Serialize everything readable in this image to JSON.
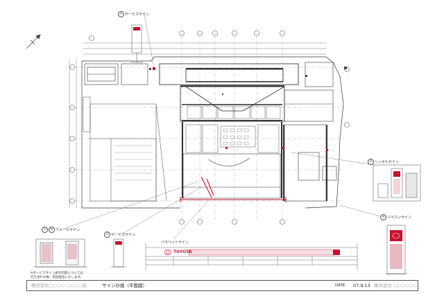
{
  "sign_labels": {
    "service_sign_top": "サービスサイン",
    "symbol_sign": "シンボルサイン",
    "pylon_sign": "パイロンサイン",
    "wall_sign": "ウォールサイン",
    "service_sign_bottom": "サービスサイン",
    "parapet_sign": "パラペットサイン"
  },
  "callout_numbers": {
    "service_top": "⑤",
    "symbol": "③",
    "pylon": "④",
    "wall_a": "⑦",
    "wall_b": "⑧",
    "service_bottom": "⑤"
  },
  "brand": {
    "logo_text": "TOYOTA",
    "accent_color": "#c8102e"
  },
  "note": {
    "line1": "※サービスサイン表示内容については",
    "line2": "打ち合わせ後、別途提出いたします。"
  },
  "title_block": {
    "client_blurred": "株式会社○○○○ ○○○○店",
    "drawing_title": "サイン計画（平面図）",
    "date_label": "DATE",
    "date_value": "07.9.13",
    "company_blurred": "株式会社 ○○○○○○"
  }
}
